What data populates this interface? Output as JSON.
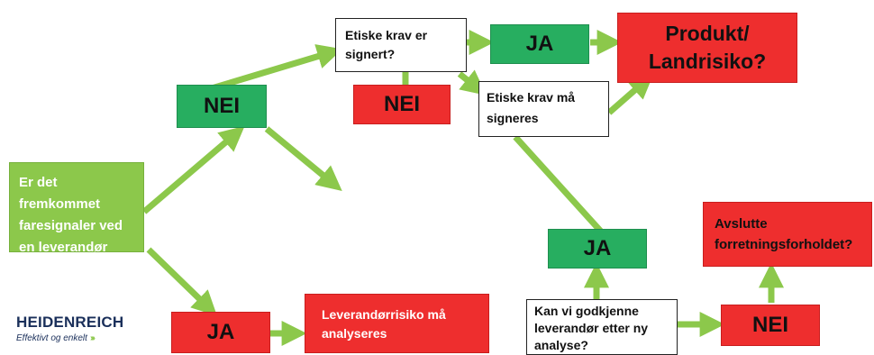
{
  "start": {
    "text": "Er det fremkommet faresignaler ved en leverandør"
  },
  "nei_top": {
    "label": "NEI"
  },
  "ja_bottom_left": {
    "label": "JA"
  },
  "leverandor_risiko": {
    "text": "Leverandørrisiko må analyseres"
  },
  "etiske_signert": {
    "text": "Etiske krav er signert?"
  },
  "ja_top": {
    "label": "JA"
  },
  "produkt_land": {
    "text": "Produkt/ Landrisiko?"
  },
  "nei_mid": {
    "label": "NEI"
  },
  "etiske_ma": {
    "text": "Etiske krav må signeres"
  },
  "ja_mid_right": {
    "label": "JA"
  },
  "godkjenne": {
    "text": "Kan vi godkjenne leverandør etter ny analyse?"
  },
  "nei_bottom_right": {
    "label": "NEI"
  },
  "avslutte": {
    "text": "Avslutte forretningsforholdet?"
  },
  "logo": {
    "name": "HEIDENREICH",
    "tagline": "Effektivt og enkelt",
    "chevrons": "›››"
  },
  "colors": {
    "arrow": "#8cc84b",
    "green": "#27ae60",
    "red": "#ee2e2e",
    "light_green": "#8cc84b"
  }
}
